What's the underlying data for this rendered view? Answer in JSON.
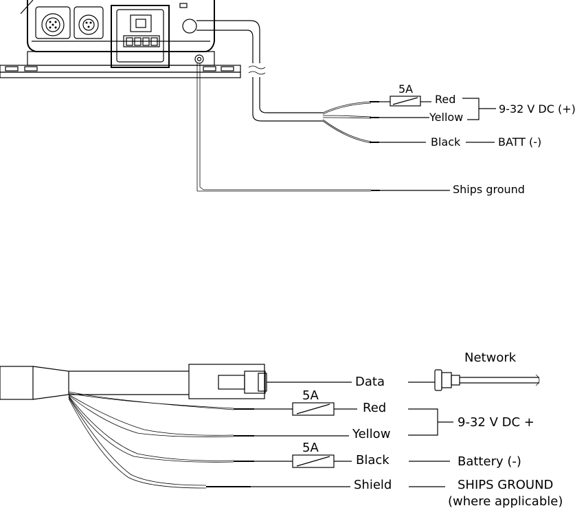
{
  "top_diagram": {
    "fuse_label": "5A",
    "wire_red": "Red",
    "wire_yellow": "Yellow",
    "wire_black": "Black",
    "supply_positive": "9-32 V DC (+)",
    "supply_negative": "BATT (-)",
    "ships_ground": "Ships ground"
  },
  "bottom_diagram": {
    "network_label": "Network",
    "data_label": "Data",
    "fuse_red_label": "5A",
    "wire_red": "Red",
    "wire_yellow": "Yellow",
    "supply_positive": "9-32 V DC +",
    "fuse_black_label": "5A",
    "wire_black": "Black",
    "battery_negative": "Battery (-)",
    "wire_shield": "Shield",
    "ships_ground": "SHIPS GROUND",
    "ships_ground_note": "(where applicable)"
  }
}
